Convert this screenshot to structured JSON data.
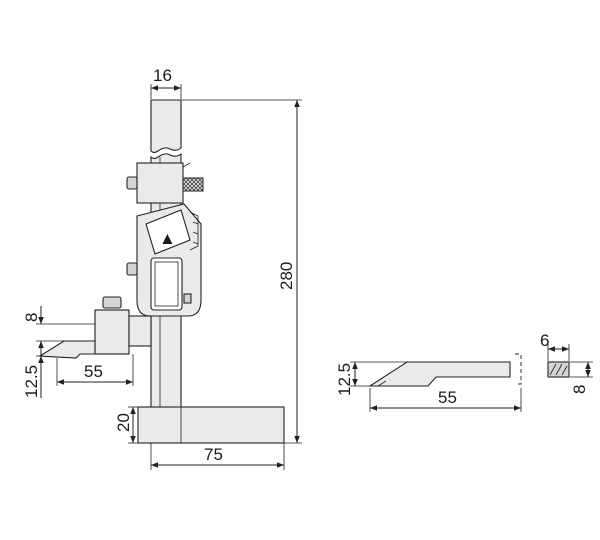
{
  "dimensions": {
    "beam_width": "16",
    "total_height": "280",
    "base_height": "20",
    "base_length": "75",
    "jaw_length_left": "55",
    "jaw_thickness_left": "8",
    "jaw_height_left": "12.5",
    "jaw_height_right": "12.5",
    "jaw_length_right": "55",
    "section_width": "6",
    "section_height": "8"
  },
  "display": {
    "arrow_symbol": "▲"
  }
}
